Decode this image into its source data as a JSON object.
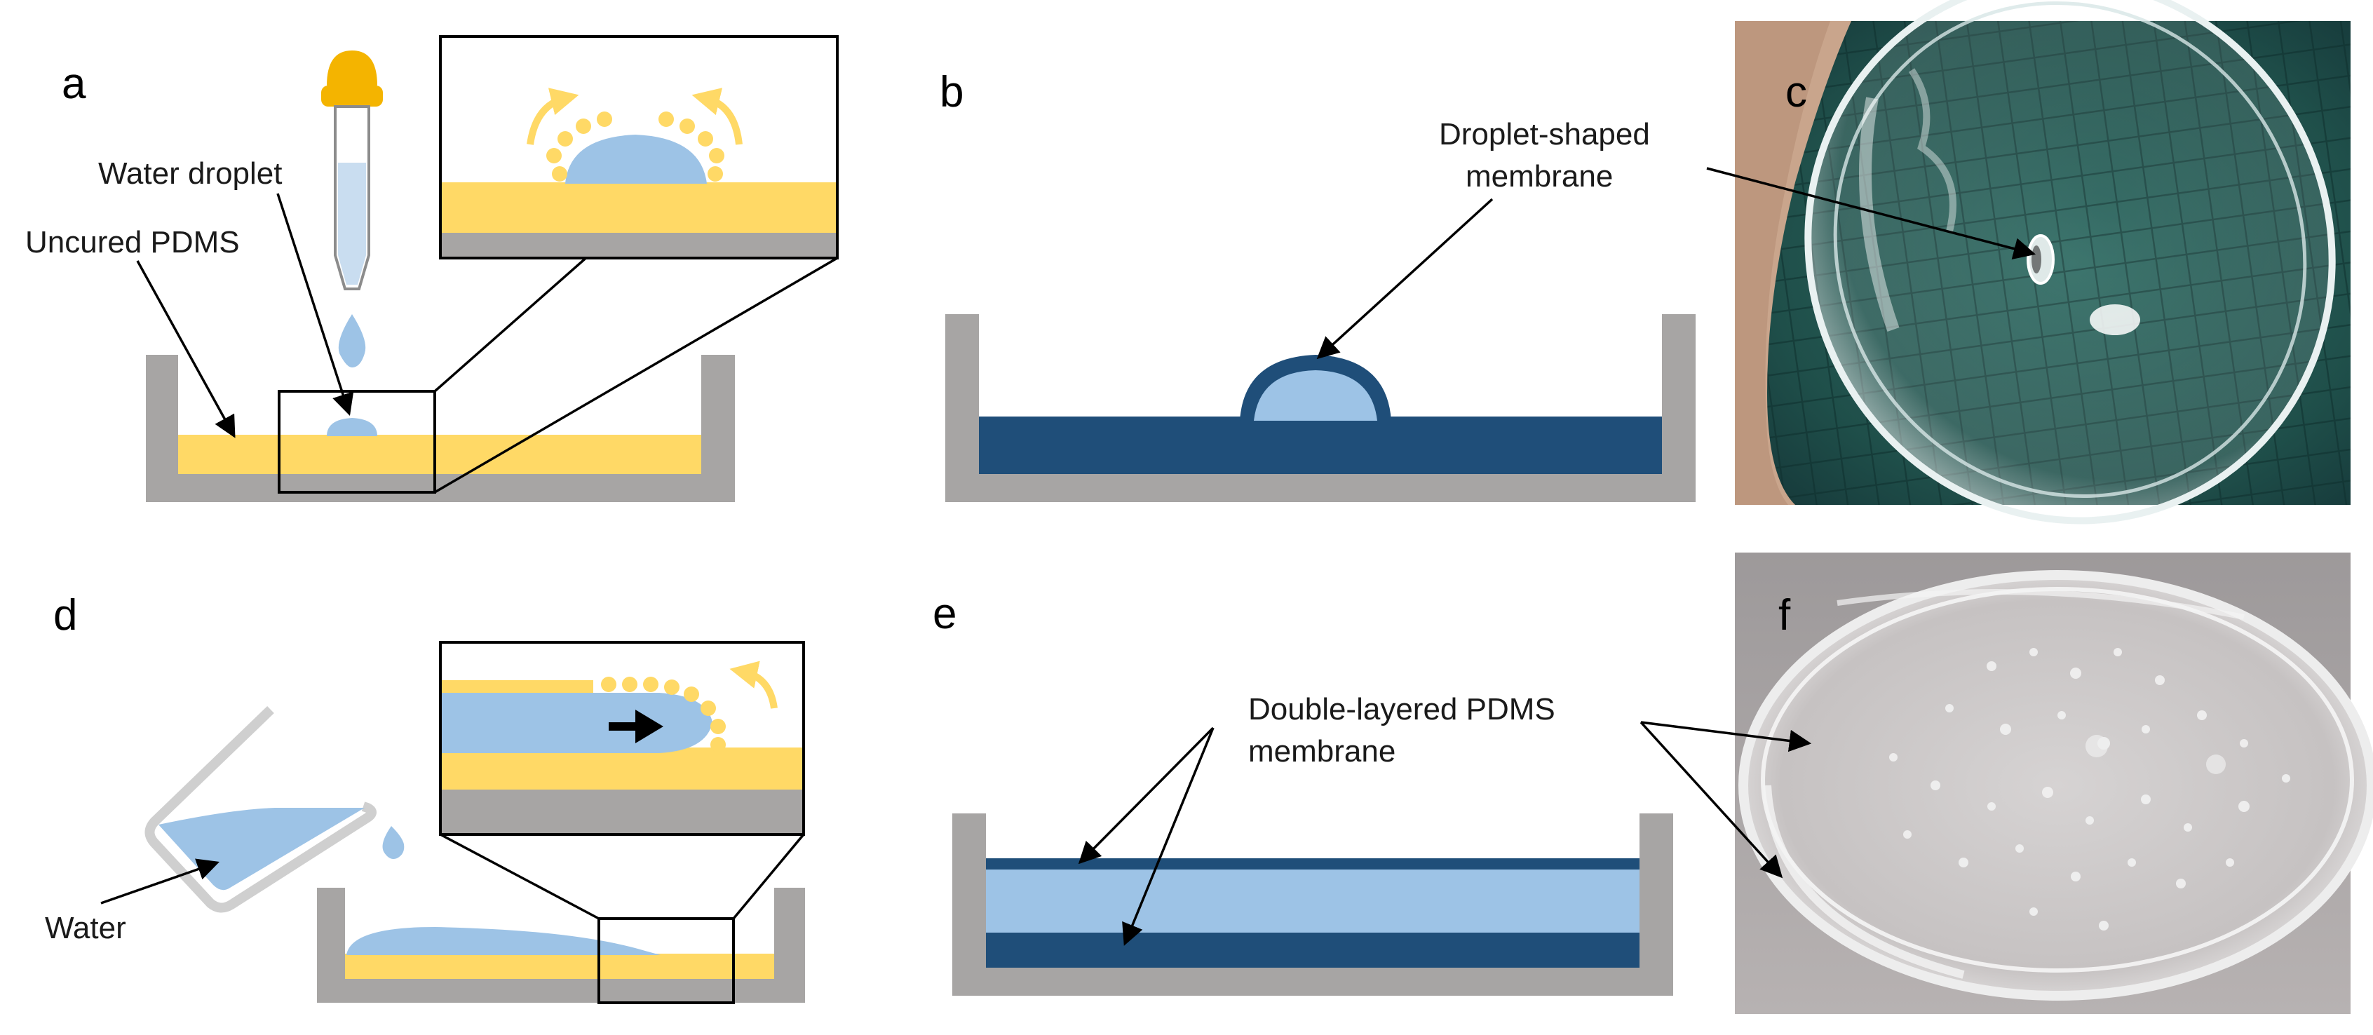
{
  "colors": {
    "container": "#a7a5a4",
    "uncured_pdms": "#ffd966",
    "water": "#9dc3e6",
    "cured_membrane": "#1f4e79",
    "dropper_bulb": "#f4b400",
    "arrow_yellow": "#ffd966",
    "background": "#ffffff"
  },
  "panels": {
    "a": {
      "letter": "a",
      "labels": {
        "water_droplet": "Water droplet",
        "uncured_pdms": "Uncured PDMS"
      }
    },
    "b": {
      "letter": "b",
      "label_line1": "Droplet-shaped",
      "label_line2": "membrane"
    },
    "c": {
      "letter": "c"
    },
    "d": {
      "letter": "d",
      "label": "Water"
    },
    "e": {
      "letter": "e",
      "label_line1": "Double-layered PDMS",
      "label_line2": "membrane"
    },
    "f": {
      "letter": "f"
    }
  }
}
